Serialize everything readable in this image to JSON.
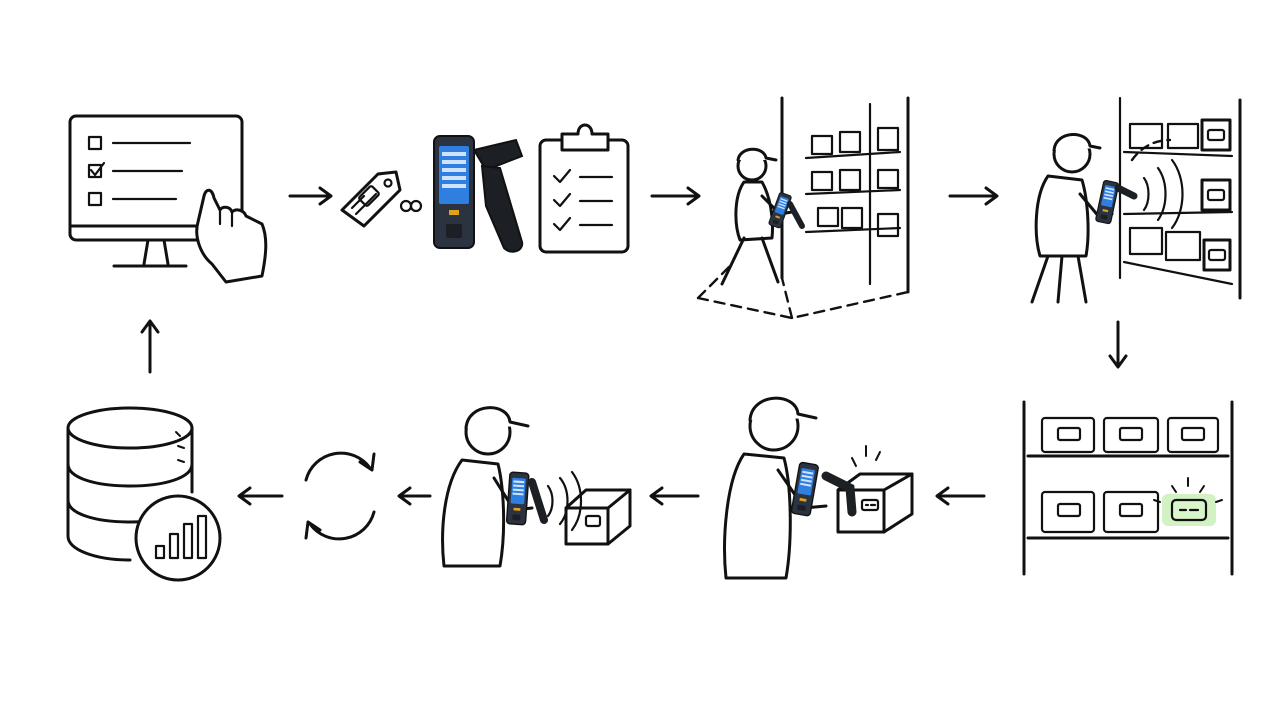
{
  "colors": {
    "ink": "#111111",
    "background": "#ffffff",
    "device_body": "#2b3340",
    "device_grip": "#1c1f24",
    "device_accent": "#e0a21a",
    "device_screen": "#2f7fe0",
    "highlight": "#7ed957"
  },
  "icons": [
    "computer-monitor-checklist-icon",
    "hand-pointer-icon",
    "rfid-tag-icon",
    "link-icon",
    "rfid-handheld-reader-icon",
    "clipboard-checklist-icon",
    "worker-walking-to-shelf-icon",
    "worker-scanning-shelf-icon",
    "shelf-highlighted-tag-icon",
    "worker-scanning-box-icon",
    "worker-reading-box-tag-icon",
    "sync-icon",
    "database-chart-icon"
  ],
  "flow": [
    "monitor",
    "tag-and-reader",
    "clipboard",
    "walk-to-shelf",
    "scan-shelf",
    "locate-tag",
    "pick-box",
    "read-box",
    "sync",
    "database",
    "monitor"
  ]
}
